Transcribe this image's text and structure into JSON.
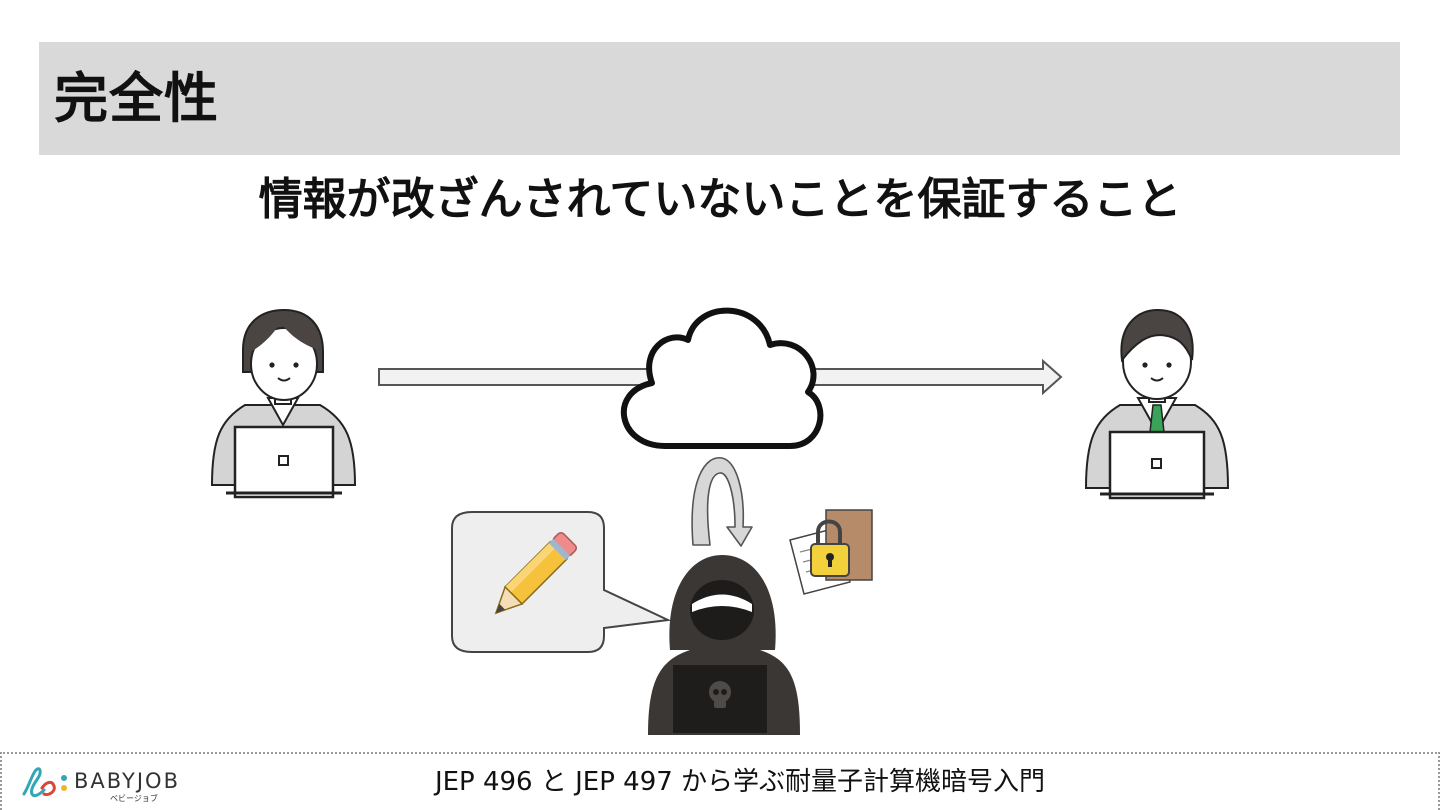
{
  "slide": {
    "title": "完全性",
    "subtitle": "情報が改ざんされていないことを保証すること"
  },
  "footer": {
    "logo_text": "BABYJOB",
    "logo_subtext": "ベビージョブ",
    "caption": "JEP 496 と JEP 497 から学ぶ耐量子計算機暗号入門"
  },
  "icons": {
    "sender": "businesswoman-laptop-icon",
    "receiver": "businessman-laptop-icon",
    "network": "cloud-icon",
    "attacker": "hooded-hacker-icon",
    "tamper": "pencil-icon",
    "secured_data": "locked-document-icon"
  },
  "colors": {
    "title_band": "#d9d9d9",
    "lock": "#f2d13c",
    "envelope": "#b68b6a",
    "hacker": "#3a3735",
    "tie": "#3aa35a",
    "brand_teal": "#32a6b5",
    "brand_red": "#d9473a"
  }
}
